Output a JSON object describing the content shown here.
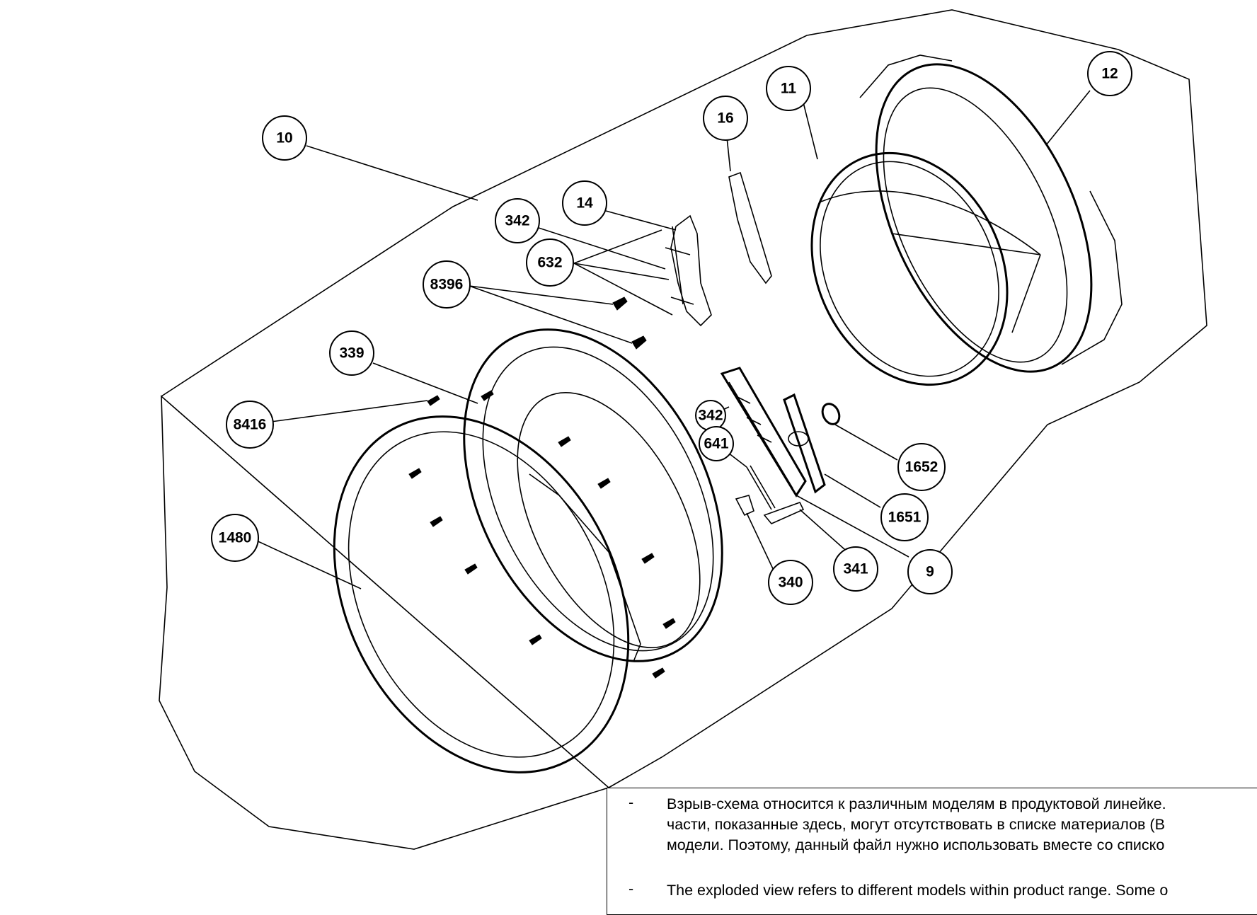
{
  "callouts": {
    "c10": "10",
    "c11": "11",
    "c12": "12",
    "c16": "16",
    "c14": "14",
    "c342a": "342",
    "c632": "632",
    "c8396": "8396",
    "c339": "339",
    "c8416": "8416",
    "c1480": "1480",
    "c342b": "342",
    "c641": "641",
    "c1652": "1652",
    "c1651": "1651",
    "c340": "340",
    "c341": "341",
    "c9": "9"
  },
  "notes": {
    "bullet": "-",
    "ru": "Взрыв-схема относится к различным моделям в продуктовой линейке.\nчасти, показанные здесь, могут отсутствовать в списке материалов (В\nмодели. Поэтому, данный файл нужно использовать вместе со списко",
    "en": "The exploded view refers to different models within product range. Some o"
  }
}
